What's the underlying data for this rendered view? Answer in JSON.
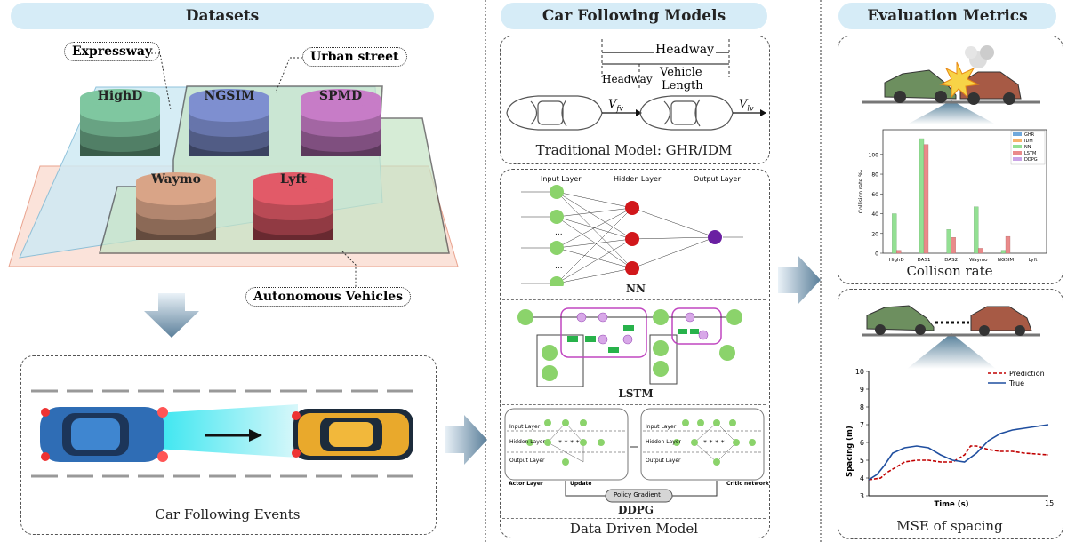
{
  "sections": {
    "datasets": "Datasets",
    "models": "Car Following Models",
    "metrics": "Evaluation Metrics"
  },
  "datasets": {
    "expressway": "Expressway",
    "urban": "Urban street",
    "autonomous": "Autonomous Vehicles",
    "cylinders": [
      {
        "name": "HighD",
        "color": "#7fc7a0"
      },
      {
        "name": "NGSIM",
        "color": "#7e8fd0"
      },
      {
        "name": "SPMD",
        "color": "#c77cc7"
      },
      {
        "name": "Waymo",
        "color": "#d9a487"
      },
      {
        "name": "Lyft",
        "color": "#e25a68"
      }
    ],
    "events_caption": "Car Following Events"
  },
  "models": {
    "headway_top": "Headway",
    "headway": "Headway",
    "vehicle_length_1": "Vehicle",
    "vehicle_length_2": "Length",
    "vfv": "V",
    "vfv_sub": "fv",
    "vlv": "V",
    "vlv_sub": "lv",
    "traditional_caption": "Traditional Model: GHR/IDM",
    "nn": {
      "input_layer": "Input Layer",
      "hidden_layer": "Hidden Layer",
      "output_layer": "Output Layer",
      "caption": "NN"
    },
    "lstm_caption": "LSTM",
    "ddpg": {
      "caption": "DDPG",
      "input_layer": "Input Layer",
      "hidden_layer": "Hidden Layer",
      "output_layer": "Output Layer",
      "actor": "Actor Layer",
      "critic": "Critic network",
      "update": "Update",
      "policy_gradient": "Policy Gradient"
    },
    "data_driven_caption": "Data Driven Model"
  },
  "metrics": {
    "collision_caption": "Collison rate",
    "mse_caption": "MSE of spacing"
  },
  "chart_data": [
    {
      "type": "bar",
      "categories": [
        "HighD",
        "DAS1",
        "DAS2",
        "Waymo",
        "NGSIM",
        "Lyft"
      ],
      "series": [
        {
          "name": "GHR",
          "color": "#6fa8dc",
          "values": [
            0,
            0,
            0,
            0,
            0,
            0
          ]
        },
        {
          "name": "IDM",
          "color": "#f6b26b",
          "values": [
            0,
            0,
            0,
            0,
            0,
            0
          ]
        },
        {
          "name": "NN",
          "color": "#93e093",
          "values": [
            40,
            116,
            24,
            47,
            3,
            0
          ]
        },
        {
          "name": "LSTM",
          "color": "#ea8a8a",
          "values": [
            3,
            110,
            16,
            5,
            17,
            0
          ]
        },
        {
          "name": "DDPG",
          "color": "#c9a3e6",
          "values": [
            0,
            0,
            0,
            0,
            0,
            0
          ]
        }
      ],
      "ylabel": "Collision rate ‰",
      "yticks": [
        0,
        20,
        40,
        60,
        80,
        100
      ],
      "ylim": [
        0,
        125
      ],
      "legend": "top-right"
    },
    {
      "type": "line",
      "xlabel": "Time (s)",
      "ylabel": "Spacing (m)",
      "xtick_label": "15",
      "xlim": [
        0,
        15
      ],
      "ylim": [
        3,
        10
      ],
      "yticks": [
        3,
        4,
        5,
        6,
        7,
        8,
        9,
        10
      ],
      "legend": "top-right",
      "series": [
        {
          "name": "Prediction",
          "color": "#c00000",
          "style": "dashed",
          "x": [
            0,
            1,
            1.5,
            2,
            3,
            4,
            5,
            6,
            7,
            8,
            8.5,
            9,
            10,
            11,
            12,
            13,
            14,
            15
          ],
          "y": [
            3.9,
            4.0,
            4.3,
            4.5,
            4.9,
            5.0,
            5.0,
            4.9,
            4.9,
            5.3,
            5.8,
            5.8,
            5.6,
            5.5,
            5.5,
            5.4,
            5.35,
            5.3
          ]
        },
        {
          "name": "True",
          "color": "#1f4e9f",
          "style": "solid",
          "x": [
            0,
            0.7,
            1.3,
            2,
            3,
            4,
            5,
            6,
            7,
            8,
            9,
            10,
            11,
            12,
            13,
            14,
            15
          ],
          "y": [
            3.9,
            4.2,
            4.7,
            5.4,
            5.7,
            5.8,
            5.7,
            5.3,
            5.0,
            4.9,
            5.4,
            6.1,
            6.5,
            6.7,
            6.8,
            6.9,
            7.0
          ]
        }
      ]
    }
  ]
}
